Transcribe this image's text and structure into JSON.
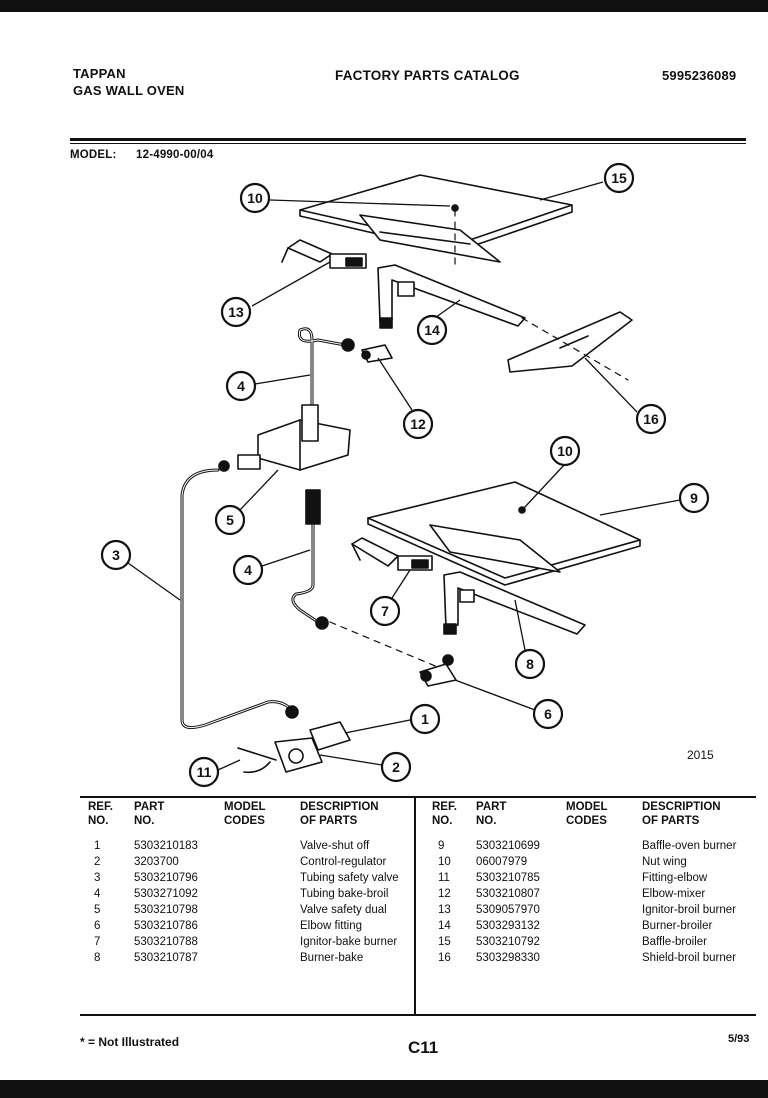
{
  "header": {
    "brand": "TAPPAN",
    "product": "GAS WALL OVEN",
    "catalog_title": "FACTORY PARTS CATALOG",
    "catalog_number": "5995236089",
    "model_label": "MODEL:",
    "model_value": "12-4990-00/04"
  },
  "diagram": {
    "callouts": [
      "10",
      "15",
      "13",
      "14",
      "4",
      "12",
      "16",
      "5",
      "10",
      "9",
      "3",
      "4",
      "7",
      "8",
      "6",
      "1",
      "2",
      "11"
    ],
    "figure_number": "2015"
  },
  "parts_table": {
    "headers": {
      "ref_no": "REF.\nNO.",
      "part_no": "PART\nNO.",
      "model_codes": "MODEL\nCODES",
      "description": "DESCRIPTION\nOF PARTS"
    },
    "left": [
      {
        "ref": "1",
        "part": "5303210183",
        "codes": "",
        "desc": "Valve-shut off"
      },
      {
        "ref": "2",
        "part": "3203700",
        "codes": "",
        "desc": "Control-regulator"
      },
      {
        "ref": "3",
        "part": "5303210796",
        "codes": "",
        "desc": "Tubing safety valve"
      },
      {
        "ref": "4",
        "part": "5303271092",
        "codes": "",
        "desc": "Tubing bake-broil"
      },
      {
        "ref": "5",
        "part": "5303210798",
        "codes": "",
        "desc": "Valve safety dual"
      },
      {
        "ref": "6",
        "part": "5303210786",
        "codes": "",
        "desc": "Elbow fitting"
      },
      {
        "ref": "7",
        "part": "5303210788",
        "codes": "",
        "desc": "Ignitor-bake burner"
      },
      {
        "ref": "8",
        "part": "5303210787",
        "codes": "",
        "desc": "Burner-bake"
      }
    ],
    "right": [
      {
        "ref": "9",
        "part": "5303210699",
        "codes": "",
        "desc": "Baffle-oven burner"
      },
      {
        "ref": "10",
        "part": "06007979",
        "codes": "",
        "desc": "Nut wing"
      },
      {
        "ref": "11",
        "part": "5303210785",
        "codes": "",
        "desc": "Fitting-elbow"
      },
      {
        "ref": "12",
        "part": "5303210807",
        "codes": "",
        "desc": "Elbow-mixer"
      },
      {
        "ref": "13",
        "part": "5309057970",
        "codes": "",
        "desc": "Ignitor-broil burner"
      },
      {
        "ref": "14",
        "part": "5303293132",
        "codes": "",
        "desc": "Burner-broiler"
      },
      {
        "ref": "15",
        "part": "5303210792",
        "codes": "",
        "desc": "Baffle-broiler"
      },
      {
        "ref": "16",
        "part": "5303298330",
        "codes": "",
        "desc": "Shield-broil burner"
      }
    ]
  },
  "footer": {
    "note": "* = Not Illustrated",
    "page_code": "C11",
    "date": "5/93"
  }
}
